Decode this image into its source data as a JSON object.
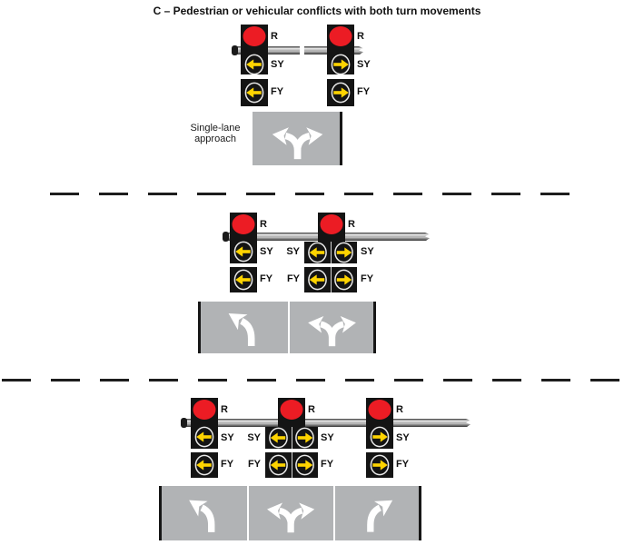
{
  "title": "C – Pedestrian or vehicular conflicts with both turn movements",
  "labels": {
    "r": "R",
    "sy": "SY",
    "fy": "FY"
  },
  "colors": {
    "signal_red": "#EC1C24",
    "arrow_yellow": "#FFD400",
    "housing_black": "#141414",
    "sign_gray": "#b1b3b5",
    "lane_arrow_white": "#ffffff",
    "mast_arm_gray": "#a9a9a9"
  },
  "groups": [
    {
      "lane_count": 1,
      "caption": "Single-lane\napproach",
      "signal_heads": [
        {
          "sections": [
            "R",
            "SY",
            "FY"
          ],
          "arrow_direction": "left"
        },
        {
          "sections": [
            "R",
            "SY",
            "FY"
          ],
          "arrow_direction": "right"
        }
      ],
      "lane_signs": [
        "left-or-right-turn-arrow"
      ]
    },
    {
      "lane_count": 2,
      "signal_heads": [
        {
          "sections": [
            "R",
            "SY",
            "FY"
          ],
          "arrow_direction": "left"
        },
        {
          "sections": [
            "R",
            "SY",
            "FY"
          ],
          "arrow_directions": [
            "left",
            "right"
          ]
        }
      ],
      "lane_signs": [
        "left-turn-arrow",
        "left-or-right-turn-arrow"
      ]
    },
    {
      "lane_count": 3,
      "signal_heads": [
        {
          "sections": [
            "R",
            "SY",
            "FY"
          ],
          "arrow_direction": "left"
        },
        {
          "sections": [
            "R",
            "SY",
            "FY"
          ],
          "arrow_directions": [
            "left",
            "right"
          ]
        },
        {
          "sections": [
            "R",
            "SY",
            "FY"
          ],
          "arrow_direction": "right"
        }
      ],
      "lane_signs": [
        "left-turn-arrow",
        "left-or-right-turn-arrow",
        "right-turn-arrow"
      ]
    }
  ]
}
